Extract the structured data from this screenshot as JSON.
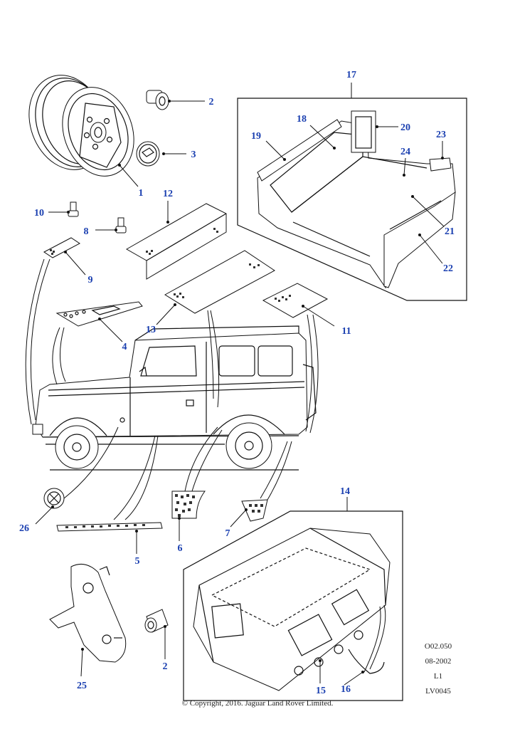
{
  "diagram": {
    "callouts": {
      "c1": "1",
      "c2a": "2",
      "c2b": "2",
      "c3": "3",
      "c4": "4",
      "c5": "5",
      "c6": "6",
      "c7": "7",
      "c8": "8",
      "c9": "9",
      "c10": "10",
      "c11": "11",
      "c12": "12",
      "c13": "13",
      "c14": "14",
      "c15": "15",
      "c16": "16",
      "c17": "17",
      "c18": "18",
      "c19": "19",
      "c20": "20",
      "c21": "21",
      "c22": "22",
      "c23": "23",
      "c24": "24",
      "c25": "25",
      "c26": "26"
    },
    "meta": {
      "code": "O02.050",
      "date": "08-2002",
      "level": "L1",
      "ref": "LV0045"
    },
    "copyright": "© Copyright, 2016. Jaguar Land Rover Limited."
  },
  "colors": {
    "callout": "#1a3fb0",
    "line": "#111111"
  }
}
